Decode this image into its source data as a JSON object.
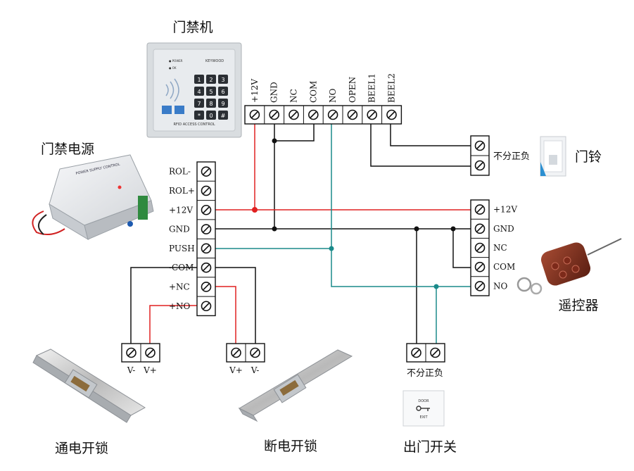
{
  "titles": {
    "access_controller": "门禁机",
    "power_supply": "门禁电源",
    "doorbell": "门铃",
    "remote": "遥控器",
    "lock_fail_secure": "通电开锁",
    "lock_fail_safe": "断电开锁",
    "exit_button": "出门开关"
  },
  "controller_terminals": [
    "+12V",
    "GND",
    "NC",
    "COM",
    "NO",
    "OPEN",
    "BEEL1",
    "BEEL2"
  ],
  "psu_terminals": [
    "ROL-",
    "ROL+",
    "+12V",
    "GND",
    "PUSH",
    "-COM",
    "+NC",
    "+NO"
  ],
  "remote_terminals": [
    "+12V",
    "GND",
    "NC",
    "COM",
    "NO"
  ],
  "doorbell_note": "不分正负",
  "exit_note": "不分正负",
  "lock1_labels": [
    "V-",
    "V+"
  ],
  "lock2_labels": [
    "V+",
    "V-"
  ],
  "device_text": {
    "keypad_brand": "KEYWOOD",
    "keypad_caption": "RFID ACCESS CONTROL",
    "keypad_keys": [
      "1",
      "2",
      "3",
      "4",
      "5",
      "6",
      "7",
      "8",
      "9",
      "*",
      "0",
      "#"
    ],
    "psu_caption": "POWER SUPPLY CONTROL",
    "exit_top": "DOOR",
    "exit_bottom": "EXIT"
  },
  "colors": {
    "wire_black": "#111111",
    "wire_red": "#e02020",
    "wire_teal": "#1a8a8a",
    "junction_red": "#e02020"
  }
}
